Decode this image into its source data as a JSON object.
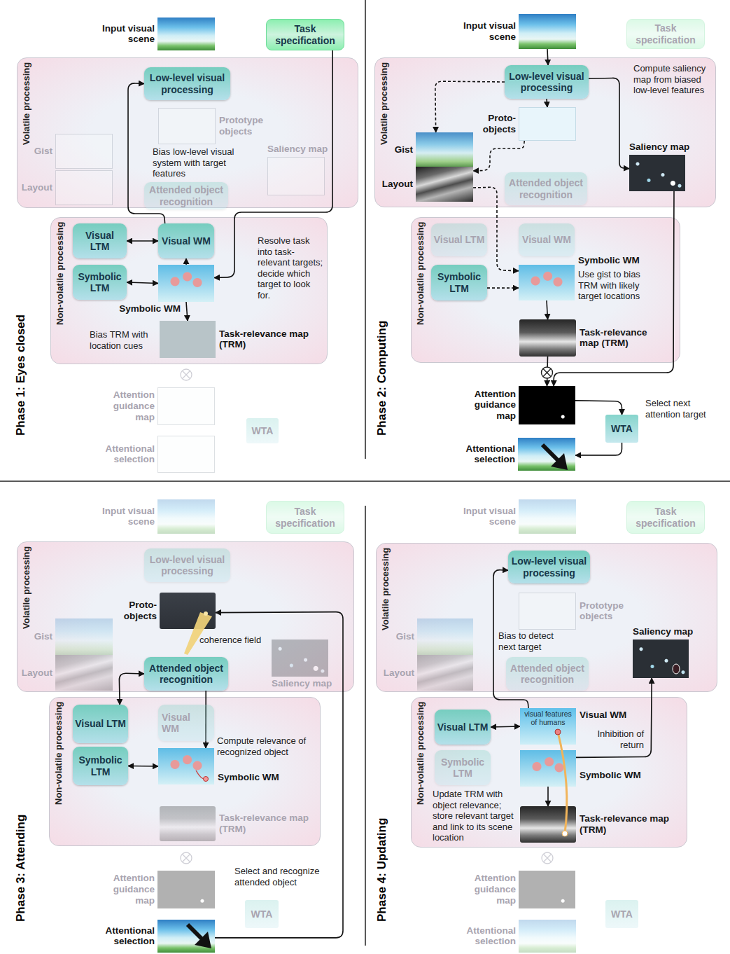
{
  "diagram": {
    "nodes": [
      {
        "text": [
          "Input visual scene"
        ]
      },
      {
        "text": [
          "Task specification"
        ]
      },
      {
        "text": [
          "Volatile processing"
        ]
      },
      {
        "text": [
          "Low-level visual processing"
        ],
        "in": 2
      },
      {
        "text": [
          "Prototype objects"
        ],
        "in": 2
      },
      {
        "text": [
          "Gist"
        ],
        "in": 2
      },
      {
        "text": [
          "Layout"
        ],
        "in": 2
      },
      {
        "text": [
          "Saliency map"
        ],
        "in": 2
      },
      {
        "text": [
          "Attended object recognition"
        ],
        "in": 2
      },
      {
        "text": [
          "Non-volatile processing"
        ]
      },
      {
        "text": [
          "Visual LTM"
        ],
        "in": 9
      },
      {
        "text": [
          "Visual WM"
        ],
        "in": 9
      },
      {
        "text": [
          "Symbolic LTM"
        ],
        "in": 9
      },
      {
        "text": [
          "Symbolic WM"
        ],
        "in": 9
      },
      {
        "text": [
          "Task-relevance map (TRM)"
        ],
        "in": 9
      },
      {
        "text": [
          "Attention guidance map"
        ]
      },
      {
        "text": [
          "WTA"
        ]
      },
      {
        "text": [
          "Attentional selection"
        ]
      },
      {
        "text": [
          "Input visual scene"
        ]
      },
      {
        "text": [
          "Task specification"
        ]
      },
      {
        "text": [
          "Volatile processing"
        ]
      },
      {
        "text": [
          "Low-level visual processing"
        ],
        "in": 20
      },
      {
        "text": [
          "Proto-objects"
        ],
        "in": 20
      },
      {
        "text": [
          "Gist"
        ],
        "in": 20
      },
      {
        "text": [
          "Layout"
        ],
        "in": 20
      },
      {
        "text": [
          "Attended object recognition"
        ],
        "in": 20
      },
      {
        "text": [
          "Saliency map"
        ],
        "in": 20
      },
      {
        "text": [
          "Non-volatile processing"
        ]
      },
      {
        "text": [
          "Visual LTM"
        ],
        "in": 27
      },
      {
        "text": [
          "Visual WM"
        ],
        "in": 27
      },
      {
        "text": [
          "Symbolic LTM"
        ],
        "in": 27
      },
      {
        "text": [
          "Symbolic WM"
        ],
        "in": 27
      },
      {
        "text": [
          "Task-relevance map (TRM)"
        ],
        "in": 27
      },
      {
        "text": [
          "Attention guidance map"
        ]
      },
      {
        "text": [
          "WTA"
        ]
      },
      {
        "text": [
          "Attentional selection"
        ]
      },
      {
        "text": [
          "Input visual scene"
        ]
      },
      {
        "text": [
          "Task specification"
        ]
      },
      {
        "text": [
          "Volatile processing"
        ]
      },
      {
        "text": [
          "Low-level visual processing"
        ],
        "in": 38
      },
      {
        "text": [
          "Proto-objects"
        ],
        "in": 38
      },
      {
        "text": [
          "Gist"
        ],
        "in": 38
      },
      {
        "text": [
          "Layout"
        ],
        "in": 38
      },
      {
        "text": [
          "Saliency map"
        ],
        "in": 38
      },
      {
        "text": [
          "Attended object recognition"
        ],
        "in": 38
      },
      {
        "text": [
          "Non-volatile processing"
        ]
      },
      {
        "text": [
          "Visual LTM"
        ],
        "in": 45
      },
      {
        "text": [
          "Visual WM"
        ],
        "in": 45
      },
      {
        "text": [
          "Symbolic LTM"
        ],
        "in": 45
      },
      {
        "text": [
          "Symbolic WM"
        ],
        "in": 45
      },
      {
        "text": [
          "Task-relevance map (TRM)"
        ],
        "in": 45
      },
      {
        "text": [
          "Attention guidance map"
        ]
      },
      {
        "text": [
          "WTA"
        ]
      },
      {
        "text": [
          "Attentional selection"
        ]
      },
      {
        "text": [
          "Input visual scene"
        ]
      },
      {
        "text": [
          "Task specification"
        ]
      },
      {
        "text": [
          "Volatile processing"
        ]
      },
      {
        "text": [
          "Low-level visual processing"
        ],
        "in": 56
      },
      {
        "text": [
          "Prototype objects"
        ],
        "in": 56
      },
      {
        "text": [
          "Gist"
        ],
        "in": 56
      },
      {
        "text": [
          "Layout"
        ],
        "in": 56
      },
      {
        "text": [
          "Attended object recognition"
        ],
        "in": 56
      },
      {
        "text": [
          "Saliency map"
        ],
        "in": 56
      },
      {
        "text": [
          "Non-volatile processing"
        ]
      },
      {
        "text": [
          "Visual LTM"
        ],
        "in": 63
      },
      {
        "text": [
          "visual features of humans",
          "Visual WM"
        ],
        "in": 63
      },
      {
        "text": [
          "Symbolic LTM"
        ],
        "in": 63
      },
      {
        "text": [
          "Symbolic WM"
        ],
        "in": 63
      },
      {
        "text": [
          "Task-relevance map (TRM)"
        ],
        "in": 63
      },
      {
        "text": [
          "Attention guidance map"
        ]
      },
      {
        "text": [
          "WTA"
        ]
      },
      {
        "text": [
          "Attentional selection"
        ]
      }
    ],
    "edges": [
      {
        "from": 1,
        "to": 13,
        "arrow": "to"
      },
      {
        "from": 13,
        "to": 11,
        "arrow": "to"
      },
      {
        "from": 11,
        "to": 3,
        "arrow": "to"
      },
      {
        "from": 10,
        "to": 11,
        "arrow": "both"
      },
      {
        "from": 12,
        "to": 13,
        "arrow": "both"
      },
      {
        "from": 13,
        "to": 14,
        "arrow": "to"
      },
      {
        "from": 18,
        "to": 21,
        "arrow": "to"
      },
      {
        "from": 21,
        "to": 23,
        "arrow": "to"
      },
      {
        "from": 21,
        "to": 22,
        "arrow": "to"
      },
      {
        "from": 21,
        "to": 26,
        "arrow": "to"
      },
      {
        "from": 22,
        "to": 24,
        "arrow": "to"
      },
      {
        "from": 24,
        "to": 31,
        "arrow": "to"
      },
      {
        "from": 30,
        "to": 31,
        "arrow": "to"
      },
      {
        "from": 31,
        "to": 32,
        "arrow": "to"
      },
      {
        "from": 32,
        "to": 33,
        "arrow": "to"
      },
      {
        "from": 26,
        "to": 33,
        "arrow": "to"
      },
      {
        "from": 33,
        "to": 34,
        "arrow": "to"
      },
      {
        "from": 34,
        "to": 35,
        "arrow": "to"
      },
      {
        "from": 53,
        "to": 40,
        "arrow": "to"
      },
      {
        "from": 44,
        "to": 46,
        "arrow": "both"
      },
      {
        "from": 44,
        "to": 49,
        "arrow": "to"
      },
      {
        "from": 48,
        "to": 49,
        "arrow": "both"
      },
      {
        "from": 65,
        "to": 57,
        "arrow": "to"
      },
      {
        "from": 64,
        "to": 65,
        "arrow": "both"
      },
      {
        "from": 67,
        "to": 62,
        "arrow": "to"
      },
      {
        "from": 67,
        "to": 68,
        "arrow": "to"
      }
    ],
    "labels": [
      "Phase 1: Eyes closed",
      "Bias low-level visual system with target features",
      "Resolve task into task-relevant targets; decide which target to look for.",
      "Bias TRM with location cues",
      "Phase 2: Computing",
      "Compute saliency map from biased low-level features",
      "Use gist to bias TRM with likely target locations",
      "Select next attention target",
      "Phase 3: Attending",
      "coherence field",
      "Compute relevance of recognized object",
      "Select and recognize attended object",
      "Phase 4: Updating",
      "Bias to detect next target",
      "Inhibition of return",
      "Update TRM with object relevance; store relevant target and link to its scene location"
    ]
  }
}
